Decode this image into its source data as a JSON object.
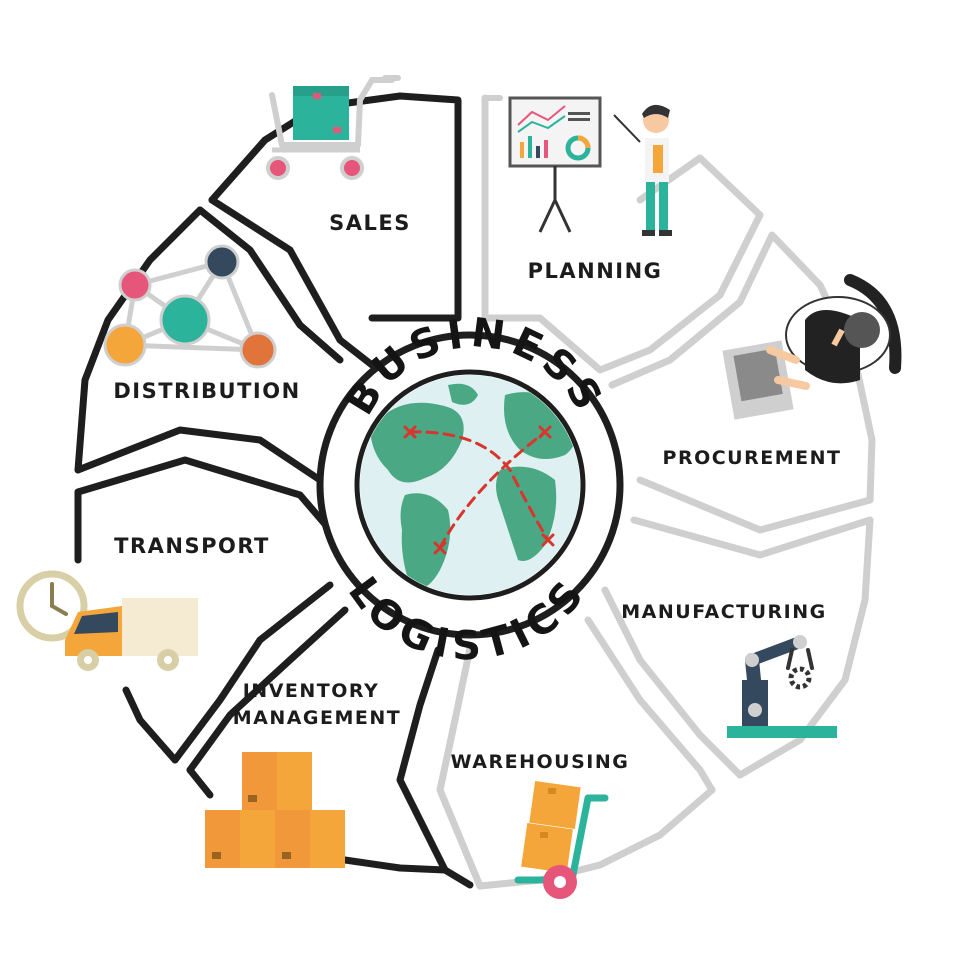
{
  "center": {
    "top_word": "BUSINESS",
    "bottom_word": "LOGISTICS"
  },
  "segments": [
    {
      "id": "sales",
      "label": "SALES",
      "icon": "shopping-cart-icon"
    },
    {
      "id": "planning",
      "label": "PLANNING",
      "icon": "presentation-board-icon"
    },
    {
      "id": "procurement",
      "label": "PROCUREMENT",
      "icon": "laptop-worker-icon"
    },
    {
      "id": "manufacturing",
      "label": "MANUFACTURING",
      "icon": "robot-arm-icon"
    },
    {
      "id": "warehousing",
      "label": "WAREHOUSING",
      "icon": "hand-truck-icon"
    },
    {
      "id": "inventory",
      "label_line1": "INVENTORY",
      "label_line2": "MANAGEMENT",
      "icon": "stacked-boxes-icon"
    },
    {
      "id": "transport",
      "label": "TRANSPORT",
      "icon": "delivery-truck-icon"
    },
    {
      "id": "distribution",
      "label": "DISTRIBUTION",
      "icon": "network-nodes-icon"
    }
  ],
  "colors": {
    "dark_line": "#1e1e1e",
    "light_line": "#cfcfcf",
    "teal": "#2bb39b",
    "globe_ocean": "#dff0f3",
    "globe_land": "#4aa884",
    "route": "#d8362c",
    "orange": "#f4a63a",
    "pink": "#e6567a",
    "navy": "#34495e"
  }
}
